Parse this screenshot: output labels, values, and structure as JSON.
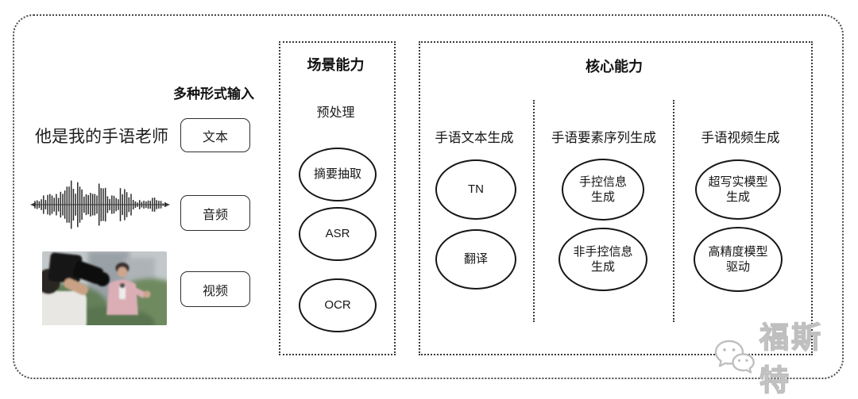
{
  "input": {
    "label": "多种形式输入",
    "sentence": "他是我的手语老师",
    "boxes": [
      {
        "label": "文本"
      },
      {
        "label": "音频"
      },
      {
        "label": "视频"
      }
    ]
  },
  "scene": {
    "title": "场景能力",
    "subtitle": "预处理",
    "nodes": [
      {
        "label": "摘要抽取"
      },
      {
        "label": "ASR"
      },
      {
        "label": "OCR"
      }
    ]
  },
  "core": {
    "title": "核心能力",
    "columns": [
      {
        "header": "手语文本生成",
        "nodes": [
          {
            "label": "TN"
          },
          {
            "label": "翻译"
          }
        ]
      },
      {
        "header": "手语要素序列生成",
        "nodes": [
          {
            "label": "手控信息\n生成"
          },
          {
            "label": "非手控信息\n生成"
          }
        ]
      },
      {
        "header": "手语视频生成",
        "nodes": [
          {
            "label": "超写实模型\n生成"
          },
          {
            "label": "高精度模型\n驱动"
          }
        ]
      }
    ]
  },
  "watermark": {
    "text": "福斯特",
    "icon": "wechat-icon",
    "color": "#bfbfbf"
  }
}
